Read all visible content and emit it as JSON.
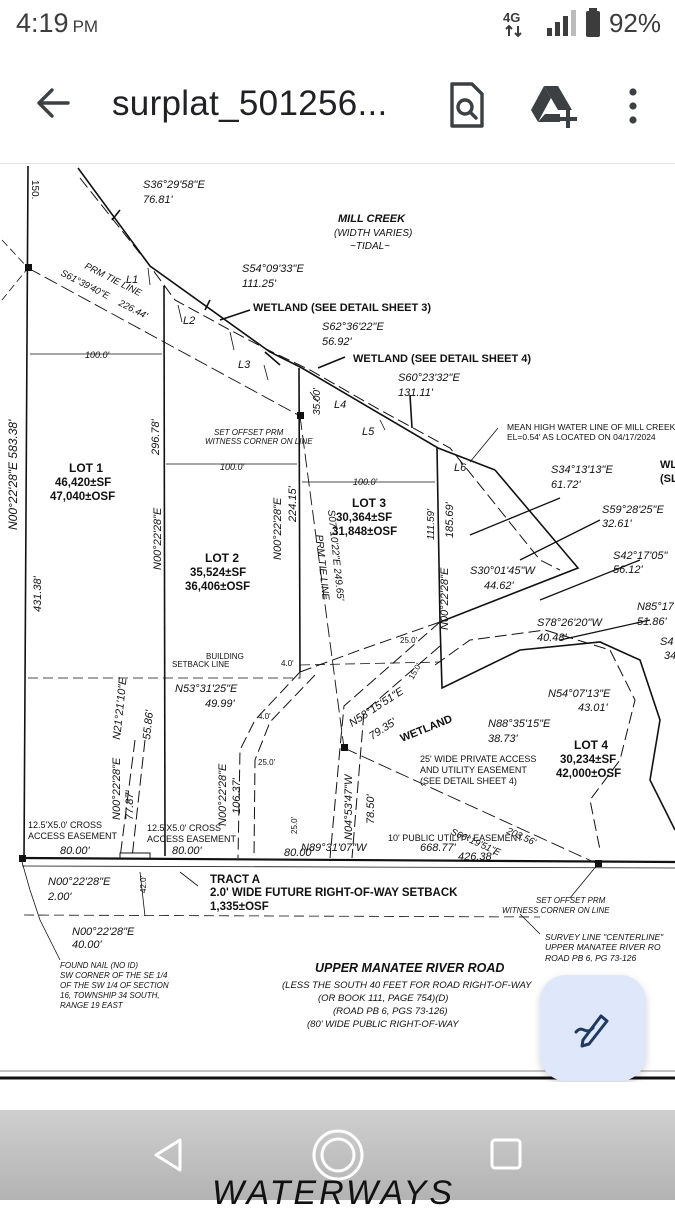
{
  "status_bar": {
    "time": "4:19",
    "ampm": "PM",
    "network": "4G",
    "battery": "92%"
  },
  "toolbar": {
    "title": "surplat_501256...",
    "icons": [
      "back-arrow-icon",
      "search-in-document-icon",
      "drive-add-icon",
      "more-vert-icon"
    ]
  },
  "plat": {
    "header": {
      "name": "MILL CREEK",
      "width": "(WIDTH VARIES)",
      "tidal": "~TIDAL~"
    },
    "bearings": {
      "b1": {
        "bearing": "S36°29'58\"E",
        "dist": "76.81'"
      },
      "b2": {
        "bearing": "S54°09'33\"E",
        "dist": "111.25'"
      },
      "b3": {
        "bearing": "S62°36'22\"E",
        "dist": "56.92'"
      },
      "b4": {
        "bearing": "S60°23'32\"E",
        "dist": "131.11'"
      },
      "b5": {
        "bearing": "S34°13'13\"E",
        "dist": "61.72'"
      },
      "b6": {
        "bearing": "S59°28'25\"E",
        "dist": "32.61'"
      },
      "b7": {
        "bearing": "S42°17'05\"",
        "dist": "56.12'"
      },
      "b8": {
        "bearing": "N85°17",
        "dist": "51.86'"
      },
      "b9": {
        "bearing": "S30°01'45\"W",
        "dist": "44.62'"
      },
      "b10": {
        "bearing": "S78°26'20\"W",
        "dist": "40.48'"
      },
      "b11": {
        "bearing": "N54°07'13\"E",
        "dist": "43.01'"
      },
      "b12": {
        "bearing": "N88°35'15\"E",
        "dist": "38.73'"
      },
      "b13": {
        "bearing": "N53°31'25\"E",
        "dist": "49.99'"
      },
      "b14": {
        "bearing": "N58°15'51\"E",
        "dist": "79.35'"
      },
      "b15": {
        "bearing": "N21°21'10\"E",
        "dist": "55.86'"
      },
      "b16": {
        "bearing": "N00°22'28\"E",
        "dist": "77.87'"
      },
      "b17": {
        "bearing": "N00°22'28\"E",
        "dist": "106.37'"
      },
      "b18": {
        "bearing": "N04°53'47\"W",
        "dist": "78.50'"
      },
      "b19": {
        "bearing": "N89°31'07\"W",
        "dist": "668.77'"
      },
      "b20": {
        "bearing": "N00°22'28\"E",
        "dist": "2.00'"
      },
      "b21": {
        "bearing": "N00°22'28\"E",
        "dist": "40.00'"
      },
      "b22": {
        "bearing": "S66°19'51\"E",
        "dist": "203.56'"
      },
      "b23": {
        "bearing": "S61°39'40\"E",
        "dist": "226.44'"
      }
    },
    "lines": {
      "l1": "L1",
      "l2": "L2",
      "l3": "L3",
      "l4": "L4",
      "l5": "L5",
      "l6": "L6"
    },
    "west_line": "N00°22'28\"E 583.38'",
    "west_dist": "431.38'",
    "top_cut": "150.",
    "prm_tie_top": "PRM TIE LINE",
    "wetland3": "WETLAND (SEE DETAIL SHEET 3)",
    "wetland4": "WETLAND (SEE DETAIL SHEET 4)",
    "wetland": "WETLAND",
    "mhw": [
      "MEAN HIGH WATER LINE OF MILL CREEK",
      "EL=0.54' AS LOCATED ON 04/17/2024"
    ],
    "offset_prm": [
      "SET OFFSET PRM",
      "WITNESS CORNER ON LINE"
    ],
    "dims": {
      "d100a": "100.0'",
      "d100b": "100.0'",
      "d100c": "100.0'",
      "d29678": "296.78'",
      "d22415": "224.15'",
      "d11159": "111.59'",
      "d18569": "185.69'",
      "d3500": "35.00'",
      "d4a": "4.0'",
      "d4b": "4.0'",
      "d250a": "25.0'",
      "d250b": "25.0'",
      "d250c": "25.0'",
      "d150": "15.0'",
      "d420": "42.0'",
      "b2422": "N00°22'28\"E",
      "b2422b": "N00°22'28\"E",
      "b2422c": "N00°22'28\"E"
    },
    "prm_tie_mid": "PRM TIE LINE",
    "prm_tie_mid_b": "S07°10'22\"E 249.65'",
    "lots": {
      "lot1": {
        "name": "LOT 1",
        "sf": "46,420±SF",
        "osf": "47,040±OSF"
      },
      "lot2": {
        "name": "LOT 2",
        "sf": "35,524±SF",
        "osf": "36,406±OSF"
      },
      "lot3": {
        "name": "LOT 3",
        "sf": "30,364±SF",
        "osf": "31,848±OSF"
      },
      "lot4": {
        "name": "LOT 4",
        "sf": "30,234±SF",
        "osf": "42,000±OSF"
      }
    },
    "building_setback": [
      "BUILDING",
      "SETBACK LINE"
    ],
    "private_access": [
      "25' WIDE PRIVATE ACCESS",
      "AND UTILITY EASEMENT",
      "(SEE DETAIL SHEET 4)"
    ],
    "cross_access_a": [
      "12.5'X5.0' CROSS",
      "ACCESS EASEMENT"
    ],
    "cross_access_b": [
      "12.5'X5.0' CROSS",
      "ACCESS EASEMENT"
    ],
    "util_easement": "10' PUBLIC UTILITY EASEMENT",
    "bottom_dims": {
      "a": "80.00'",
      "b": "80.00'",
      "c": "80.00'",
      "d": "426.38'"
    },
    "tract": [
      "TRACT A",
      "2.0' WIDE FUTURE RIGHT-OF-WAY SETBACK",
      "1,335±OSF"
    ],
    "found_nail": [
      "FOUND NAIL (NO ID)",
      "SW CORNER OF THE SE 1/4",
      "OF THE SW 1/4 OF SECTION",
      "16, TOWNSHIP 34 SOUTH,",
      "RANGE 19 EAST"
    ],
    "offset_prm_b": [
      "SET OFFSET PRM",
      "WITNESS CORNER ON LINE"
    ],
    "survey_line": [
      "SURVEY LINE \"CENTERLINE\"",
      "UPPER MANATEE RIVER RO",
      "ROAD PB 6, PG 73-126"
    ],
    "road": [
      "UPPER MANATEE RIVER ROAD",
      "(LESS THE SOUTH 40 FEET FOR ROAD RIGHT-OF-WAY",
      "(OR BOOK 111, PAGE 754)(D)",
      "(ROAD PB 6, PGS 73-126)",
      "(80' WIDE PUBLIC RIGHT-OF-WAY"
    ],
    "edge_frag": {
      "wl": "WL",
      "sl": "(SL",
      "s4": "S4",
      "s34": "34"
    }
  },
  "peek_text": "WATERWAYS"
}
